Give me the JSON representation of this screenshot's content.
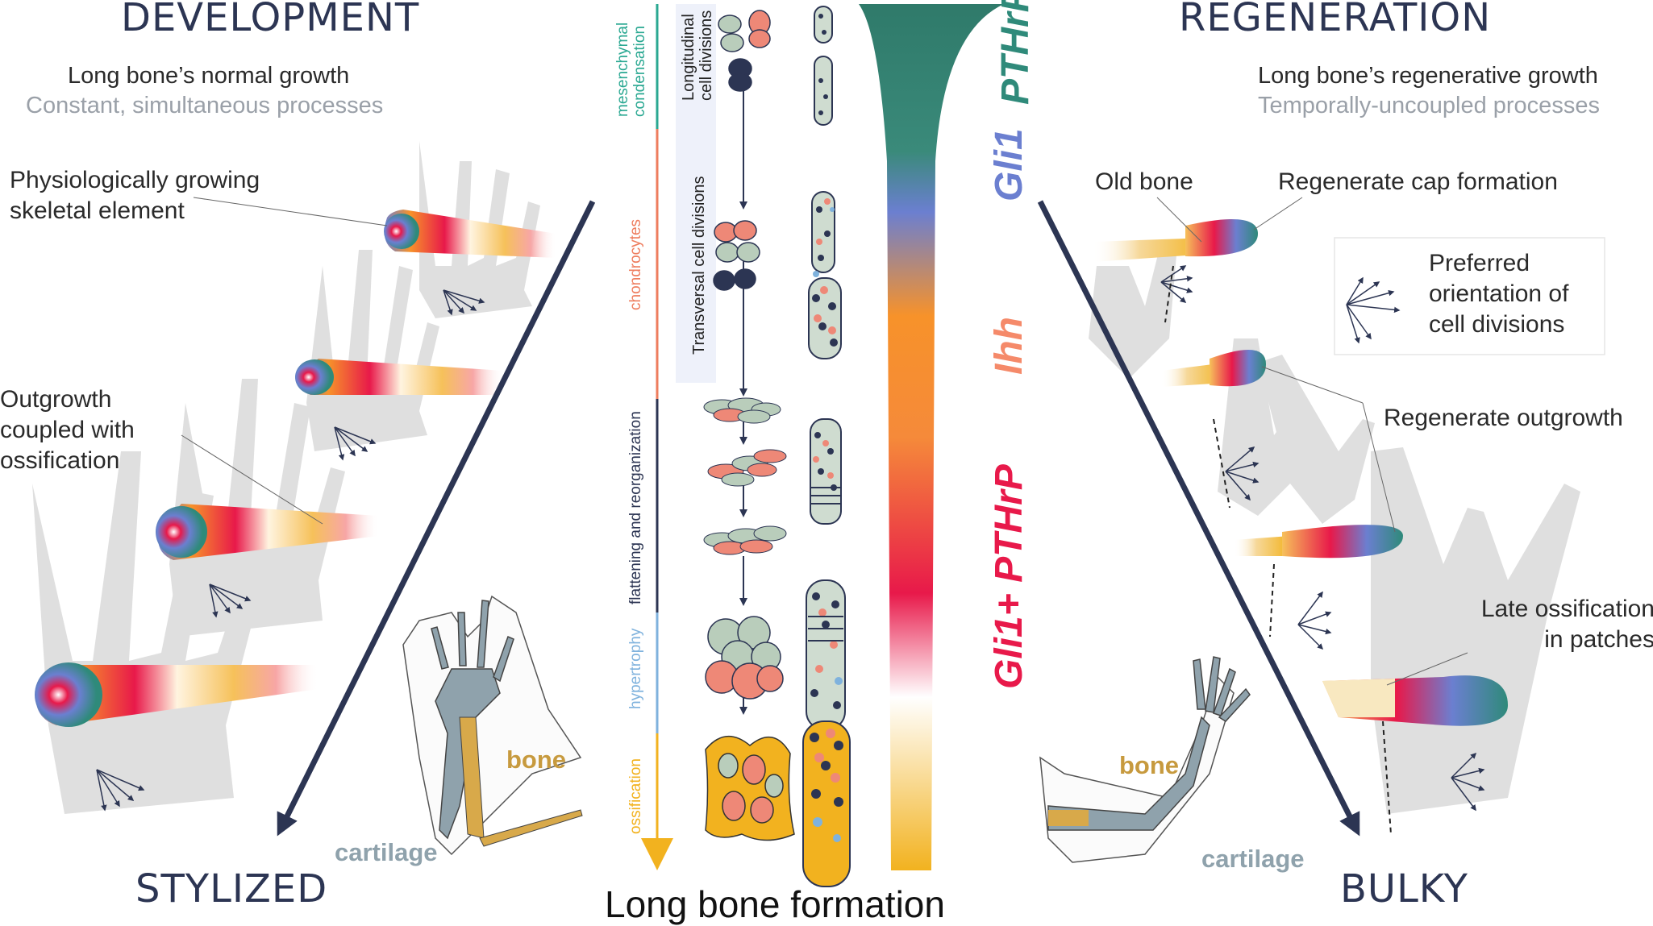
{
  "development": {
    "title": "DEVELOPMENT",
    "subtitle": "Long bone’s normal growth",
    "subtitle2": "Constant, simultaneous processes",
    "label_growing": "Physiologically growing skeletal element",
    "label_outgrowth": "Outgrowth coupled with ossification",
    "result": "STYLIZED",
    "bone_label": "bone",
    "cartilage_label": "cartilage"
  },
  "regeneration": {
    "title": "REGENERATION",
    "subtitle": "Long bone’s regenerative growth",
    "subtitle2": "Temporally-uncoupled processes",
    "label_old_bone": "Old bone",
    "label_cap": "Regenerate cap formation",
    "label_outgrowth": "Regenerate outgrowth",
    "label_late": "Late ossification in patches",
    "legend": "Preferred orientation of cell divisions",
    "result": "BULKY",
    "bone_label": "bone",
    "cartilage_label": "cartilage"
  },
  "center": {
    "title": "Long bone formation",
    "stages": [
      "mesenchymal condensation",
      "chondrocytes",
      "flattening and reorganization",
      "hypertrophy",
      "ossification"
    ],
    "divisions": [
      "Longitudinal cell divisions",
      "Transversal cell divisions"
    ],
    "genes": [
      "PTHrP",
      "Gli1",
      "Ihh",
      "Gli1+ PTHrP"
    ]
  },
  "colors": {
    "navy": "#2c3553",
    "teal": "#2f8a7a",
    "blue": "#6b7fd0",
    "orange": "#f7922a",
    "red": "#e8194a",
    "gold": "#f2b21f",
    "cell_green": "#b9cdbb",
    "cell_pink": "#ee8877",
    "hand_gray": "#dcdcdc"
  }
}
